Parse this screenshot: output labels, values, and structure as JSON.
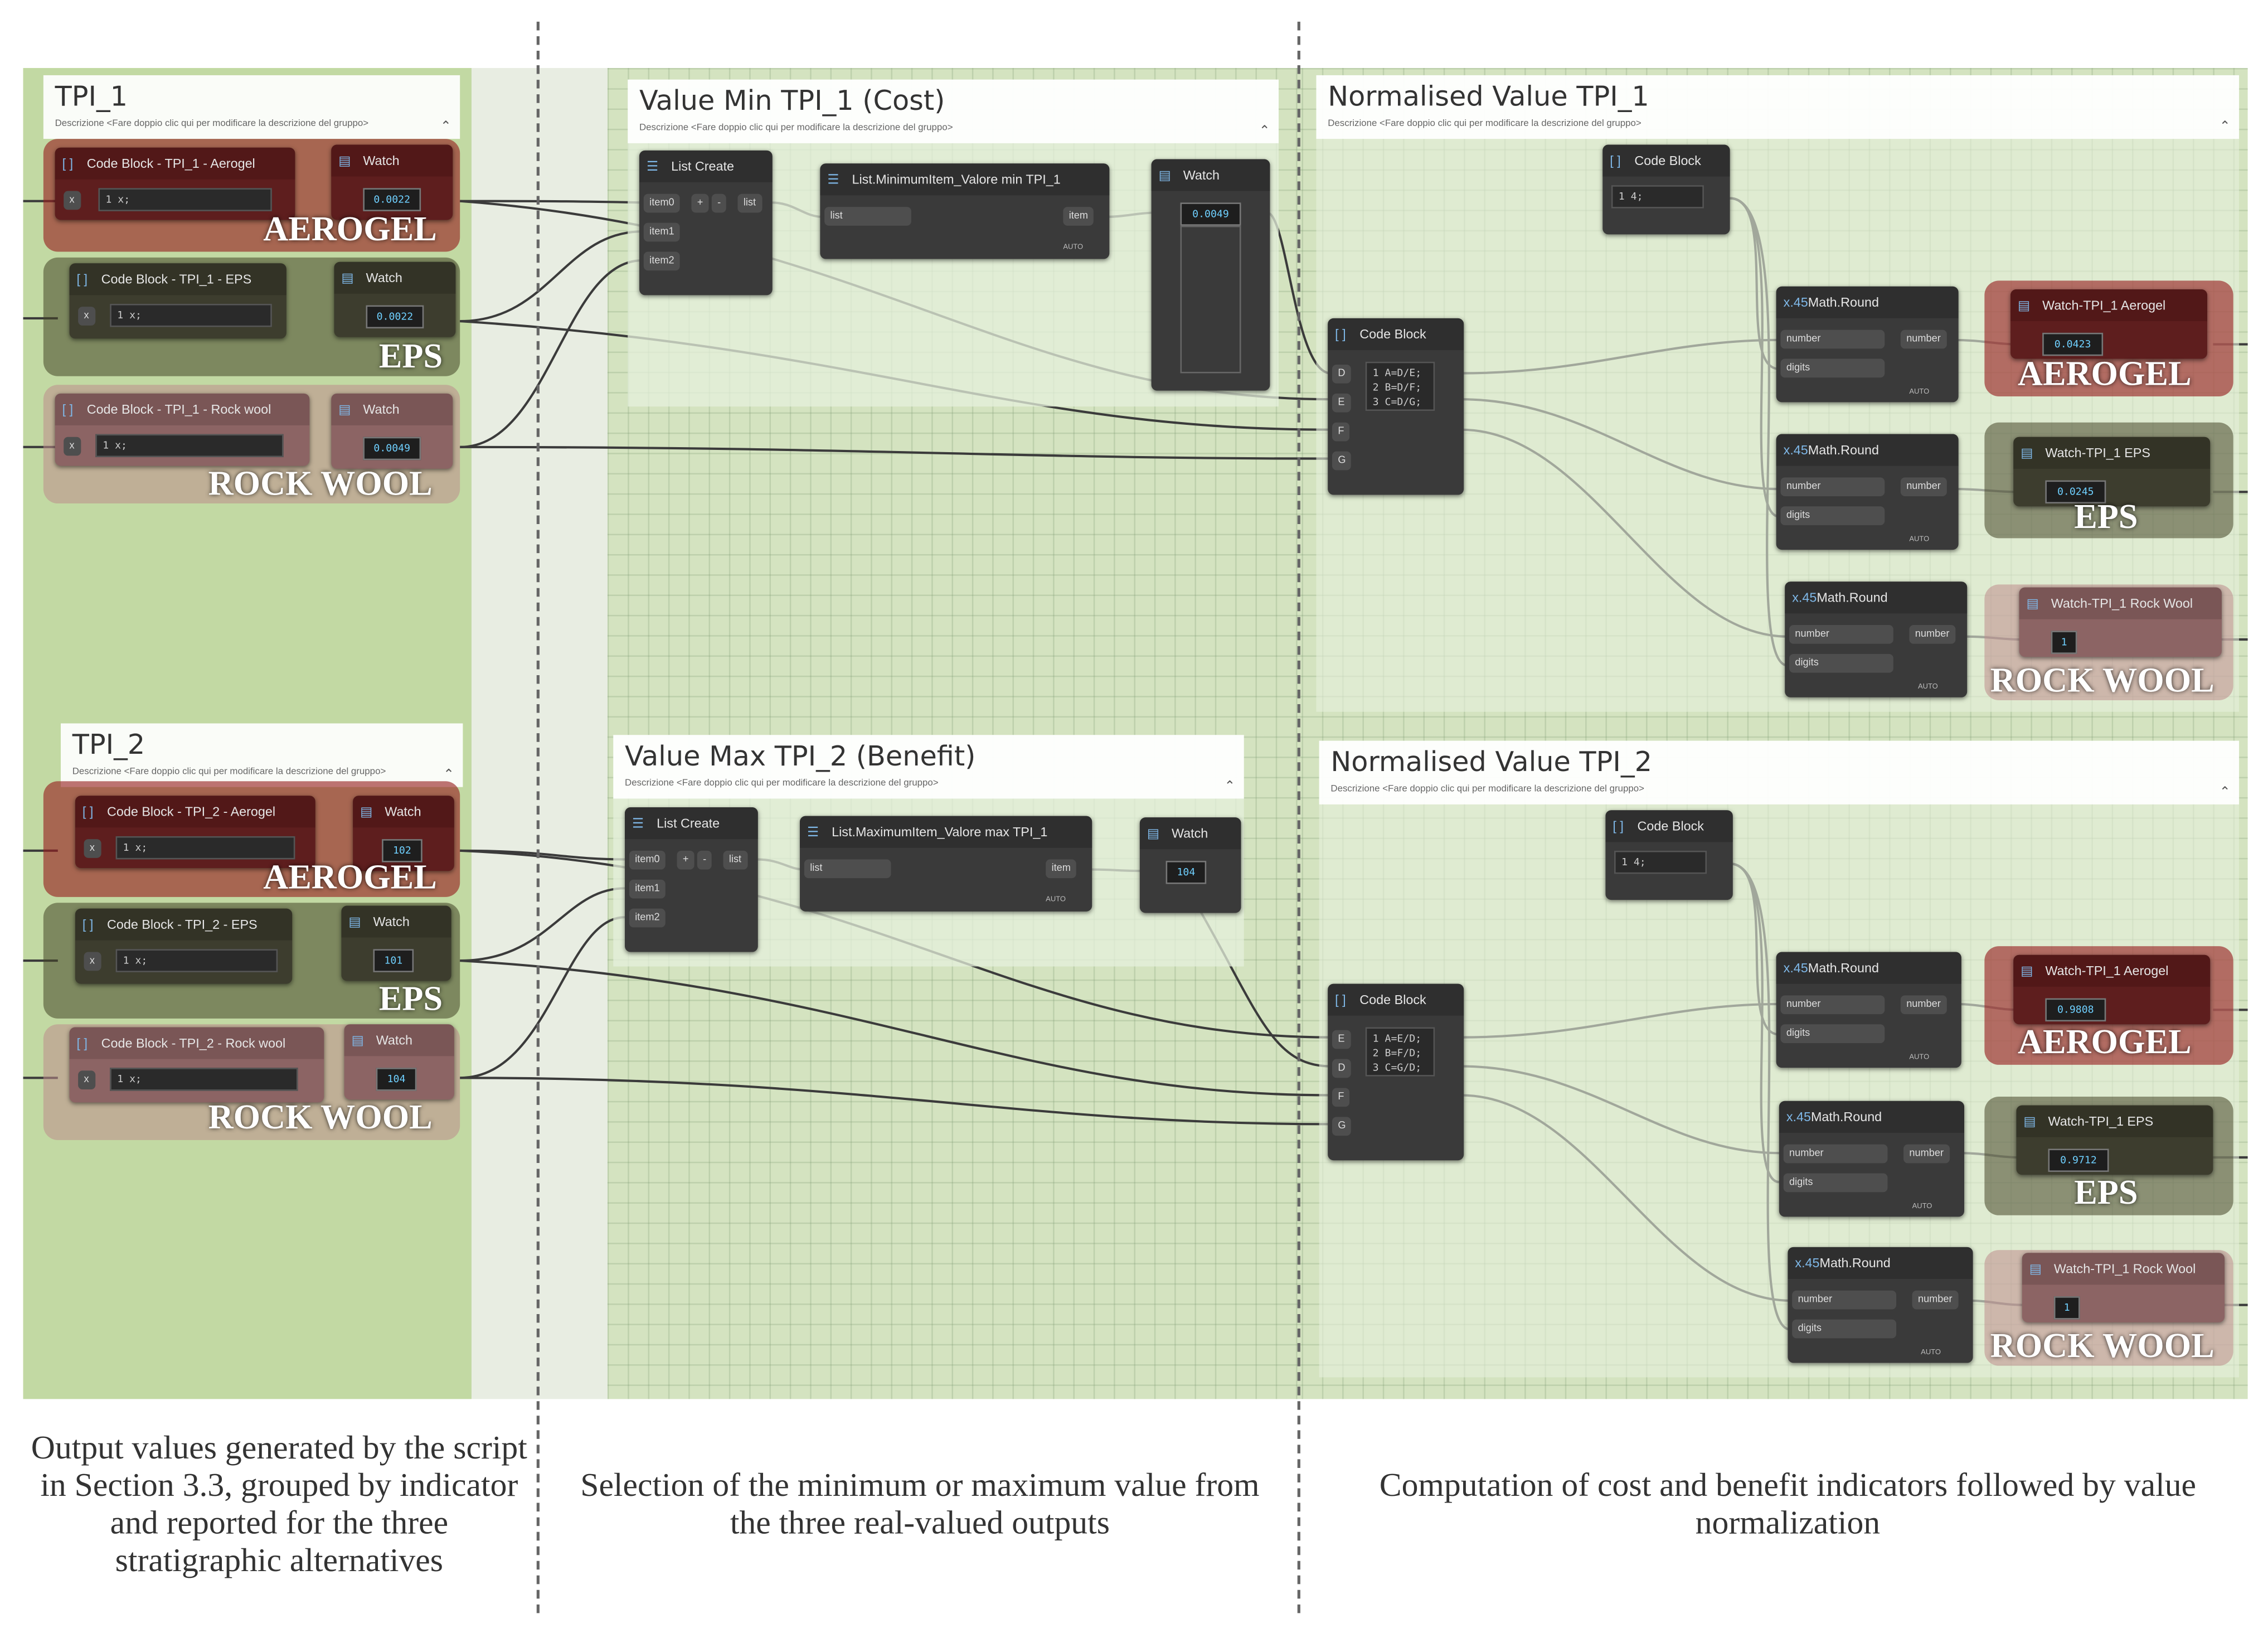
{
  "groups": {
    "tpi1": {
      "title": "TPI_1",
      "desc": "Descrizione <Fare doppio clic qui per modificare la descrizione del gruppo>"
    },
    "tpi2": {
      "title": "TPI_2",
      "desc": "Descrizione <Fare doppio clic qui per modificare la descrizione del gruppo>"
    },
    "minTpi1": {
      "title": "Value Min TPI_1 (Cost)",
      "desc": "Descrizione <Fare doppio clic qui per modificare la descrizione del gruppo>"
    },
    "maxTpi2": {
      "title": "Value Max TPI_2 (Benefit)",
      "desc": "Descrizione <Fare doppio clic qui per modificare la descrizione del gruppo>"
    },
    "normTpi1": {
      "title": "Normalised Value TPI_1",
      "desc": "Descrizione <Fare doppio clic qui per modificare la descrizione del gruppo>"
    },
    "normTpi2": {
      "title": "Normalised Value TPI_2",
      "desc": "Descrizione <Fare doppio clic qui per modificare la descrizione del gruppo>"
    }
  },
  "materials": {
    "aerogel": "AEROGEL",
    "eps": "EPS",
    "rockwool": "ROCK WOOL"
  },
  "nodes": {
    "cb_tpi1_aero": "Code Block - TPI_1 - Aerogel",
    "cb_tpi1_eps": "Code Block - TPI_1 - EPS",
    "cb_tpi1_rock": "Code Block - TPI_1 - Rock wool",
    "cb_tpi2_aero": "Code Block - TPI_2 - Aerogel",
    "cb_tpi2_eps": "Code Block - TPI_2 - EPS",
    "cb_tpi2_rock": "Code Block - TPI_2 - Rock wool",
    "watch": "Watch",
    "list_create": "List Create",
    "list_min": "List.MinimumItem_Valore min TPI_1",
    "list_max": "List.MaximumItem_Valore max TPI_1",
    "code_block": "Code Block",
    "math_round": "Math.Round",
    "watch_aero": "Watch-TPI_1 Aerogel",
    "watch_eps": "Watch-TPI_1 EPS",
    "watch_rock": "Watch-TPI_1 Rock Wool"
  },
  "ports": {
    "x": "x",
    "item0": "item0",
    "item1": "item1",
    "item2": "item2",
    "list": "list",
    "item": "item",
    "number": "number",
    "digits": "digits",
    "auto": "AUTO",
    "D": "D",
    "E": "E",
    "F": "F",
    "G": "G",
    "plus": "+",
    "minus": "-",
    "out": ">"
  },
  "code": {
    "x_line": "1 x;",
    "four": "1 4;",
    "norm1": "1 A=D/E;\n2 B=D/F;\n3 C=D/G;",
    "norm2": "1 A=E/D;\n2 B=F/D;\n3 C=G/D;"
  },
  "values": {
    "tpi1_aero": "0.0022",
    "tpi1_eps": "0.0022",
    "tpi1_rock": "0.0049",
    "min_watch": "0.0049",
    "tpi2_aero": "102",
    "tpi2_eps": "101",
    "tpi2_rock": "104",
    "max_watch": "104",
    "n1_aero": "0.0423",
    "n1_eps": "0.0245",
    "n1_rock": "1",
    "n2_aero": "0.9808",
    "n2_eps": "0.9712",
    "n2_rock": "1"
  },
  "captions": {
    "left": "Output values generated by the script in Section 3.3, grouped by indicator and reported for the three stratigraphic alternatives",
    "middle": "Selection of the minimum or maximum value from the three real-valued outputs",
    "right": "Computation of cost and benefit indicators followed by value normalization"
  },
  "colors": {
    "background_green": "#c2d9a3",
    "node_dark": "#3a3a3a",
    "port_blue": "#3ca7e0",
    "aerogel_highlight": "#961e1e",
    "eps_highlight": "#464628",
    "rockwool_highlight": "#be8c8c"
  }
}
